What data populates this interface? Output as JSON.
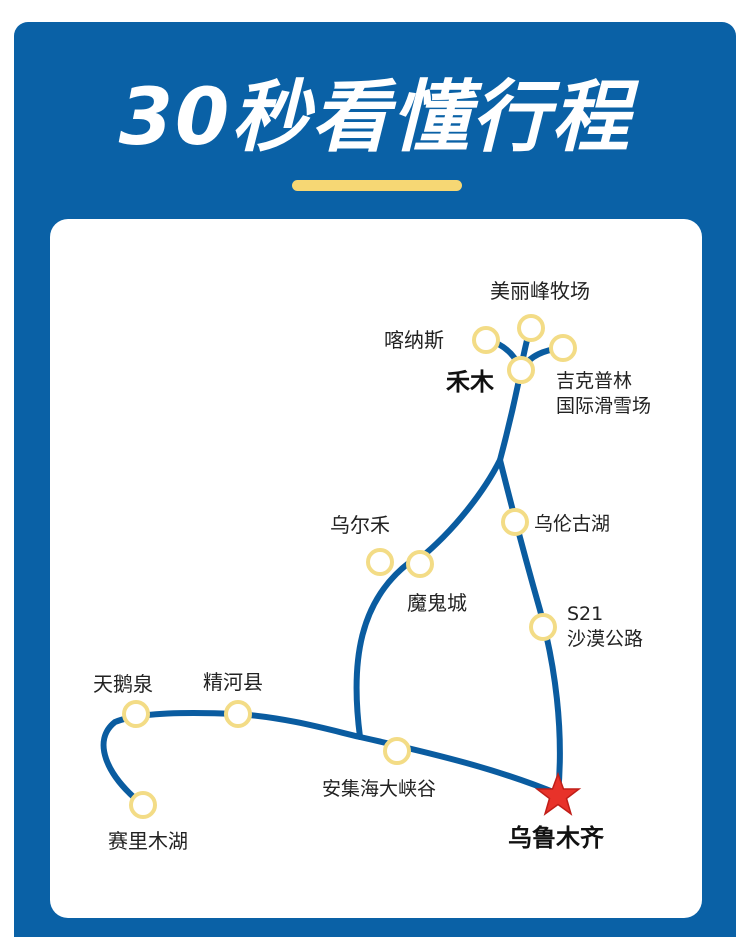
{
  "header": {
    "title": "30秒看懂行程",
    "underline_color": "#f6d774"
  },
  "colors": {
    "frame": "#0a61a6",
    "route": "#0a5ca0",
    "stop_stroke": "#f3dc86",
    "star": "#e8322a"
  },
  "map": {
    "places": {
      "meilifeng": "美丽峰牧场",
      "kanasi": "喀纳斯",
      "hemu": "禾木",
      "jikepulin_1": "吉克普林",
      "jikepulin_2": "国际滑雪场",
      "wuerhe": "乌尔禾",
      "moguicheng": "魔鬼城",
      "wulungu": "乌伦古湖",
      "s21_1": "S21",
      "s21_2": "沙漠公路",
      "tianequan": "天鹅泉",
      "jinghe": "精河县",
      "anjihai": "安集海大峡谷",
      "sailimu": "赛里木湖",
      "urumqi": "乌鲁木齐"
    },
    "start_icon": "star-icon"
  }
}
